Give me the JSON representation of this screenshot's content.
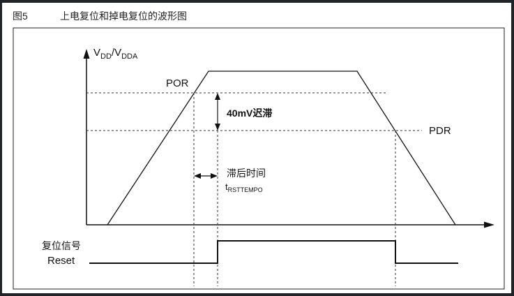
{
  "figure": {
    "label": "图5",
    "title": "上电复位和掉电复位的波形图"
  },
  "labels": {
    "y_axis_main": "V",
    "y_axis_sub1": "DD",
    "y_axis_sep": "/V",
    "y_axis_sub2": "DDA",
    "por": "POR",
    "pdr": "PDR",
    "hysteresis": "40mV迟滞",
    "delay": "滞后时间",
    "t_main": "t",
    "t_sub": "RSTTEMPO",
    "reset_cn": "复位信号",
    "reset_en": "Reset"
  }
}
